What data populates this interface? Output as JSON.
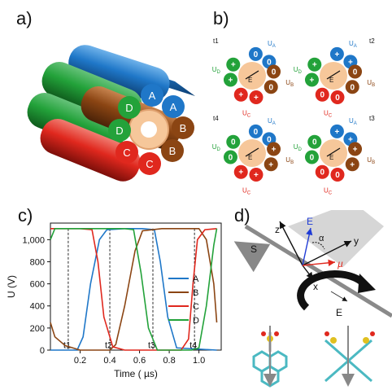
{
  "panels": {
    "a": "a)",
    "b": "b)",
    "c": "c)",
    "d": "d)"
  },
  "electrode_labels": [
    "A",
    "A",
    "B",
    "B",
    "C",
    "C",
    "D",
    "D"
  ],
  "colors": {
    "A": "#1f77c8",
    "B": "#8b4513",
    "C": "#e0281e",
    "D": "#23a23a",
    "center": "#f6c79a"
  },
  "timeslots": [
    {
      "id": "t1",
      "label": "t1",
      "polarity": {
        "A": "0",
        "B": "0",
        "C": "+",
        "D": "+"
      }
    },
    {
      "id": "t2",
      "label": "t2",
      "polarity": {
        "A": "+",
        "B": "0",
        "C": "0",
        "D": "+"
      }
    },
    {
      "id": "t4",
      "label": "t4",
      "polarity": {
        "A": "0",
        "B": "+",
        "C": "+",
        "D": "0"
      }
    },
    {
      "id": "t3",
      "label": "t3",
      "polarity": {
        "A": "+",
        "B": "+",
        "C": "0",
        "D": "0"
      }
    }
  ],
  "b_labels": {
    "UA": "U",
    "UB": "U",
    "UC": "U",
    "UD": "U",
    "subA": "A",
    "subB": "B",
    "subC": "C",
    "subD": "D",
    "E": "E"
  },
  "chart_data": {
    "type": "line",
    "xlabel": "Time ( µs)",
    "ylabel": "U (V)",
    "xlim": [
      0,
      1.15
    ],
    "ylim": [
      0,
      1150
    ],
    "xticks": [
      0.2,
      0.4,
      0.6,
      0.8,
      1.0
    ],
    "xtick_labels": [
      "0.2",
      "0.4",
      "0.6",
      "0.8",
      "1.0"
    ],
    "yticks": [
      0,
      200,
      400,
      600,
      800,
      1000
    ],
    "ytick_labels": [
      "0",
      "200",
      "400",
      "600",
      "800",
      "1,000"
    ],
    "legend": [
      "A",
      "B",
      "C",
      "D"
    ],
    "legend_position": "right",
    "markers": [
      {
        "label": "t1",
        "x": 0.12
      },
      {
        "label": "t2",
        "x": 0.4
      },
      {
        "label": "t3",
        "x": 0.69
      },
      {
        "label": "t4",
        "x": 0.97
      }
    ],
    "series": [
      {
        "name": "A",
        "color": "#1f77c8",
        "x": [
          0,
          0.18,
          0.22,
          0.27,
          0.33,
          0.38,
          0.5,
          0.62,
          0.7,
          0.74,
          0.79,
          0.85,
          1.12
        ],
        "y": [
          0,
          0,
          120,
          600,
          1000,
          1090,
          1100,
          1100,
          1090,
          800,
          300,
          20,
          0
        ]
      },
      {
        "name": "B",
        "color": "#8b4513",
        "x": [
          0,
          0.03,
          0.1,
          0.2,
          0.4,
          0.44,
          0.5,
          0.57,
          0.62,
          0.75,
          0.9,
          1.0,
          1.05,
          1.1,
          1.12
        ],
        "y": [
          250,
          120,
          40,
          0,
          0,
          50,
          400,
          900,
          1080,
          1100,
          1100,
          1100,
          1000,
          600,
          250
        ]
      },
      {
        "name": "C",
        "color": "#e0281e",
        "x": [
          0,
          0.2,
          0.28,
          0.32,
          0.36,
          0.42,
          0.5,
          0.7,
          0.88,
          0.93,
          0.96,
          0.99,
          1.04,
          1.12
        ],
        "y": [
          1100,
          1100,
          1090,
          800,
          300,
          30,
          0,
          0,
          0,
          100,
          600,
          1000,
          1090,
          1100
        ]
      },
      {
        "name": "D",
        "color": "#23a23a",
        "x": [
          0,
          0.03,
          0.12,
          0.5,
          0.56,
          0.61,
          0.66,
          0.72,
          0.95,
          1.0,
          1.05,
          1.1,
          1.12
        ],
        "y": [
          1000,
          1100,
          1100,
          1100,
          1090,
          700,
          200,
          0,
          0,
          20,
          400,
          950,
          1100
        ]
      }
    ]
  },
  "d_labels": {
    "S": "S",
    "z": "z",
    "y": "y",
    "x": "x",
    "E": "E",
    "alpha": "α",
    "mu": "µ",
    "E2": "E"
  }
}
